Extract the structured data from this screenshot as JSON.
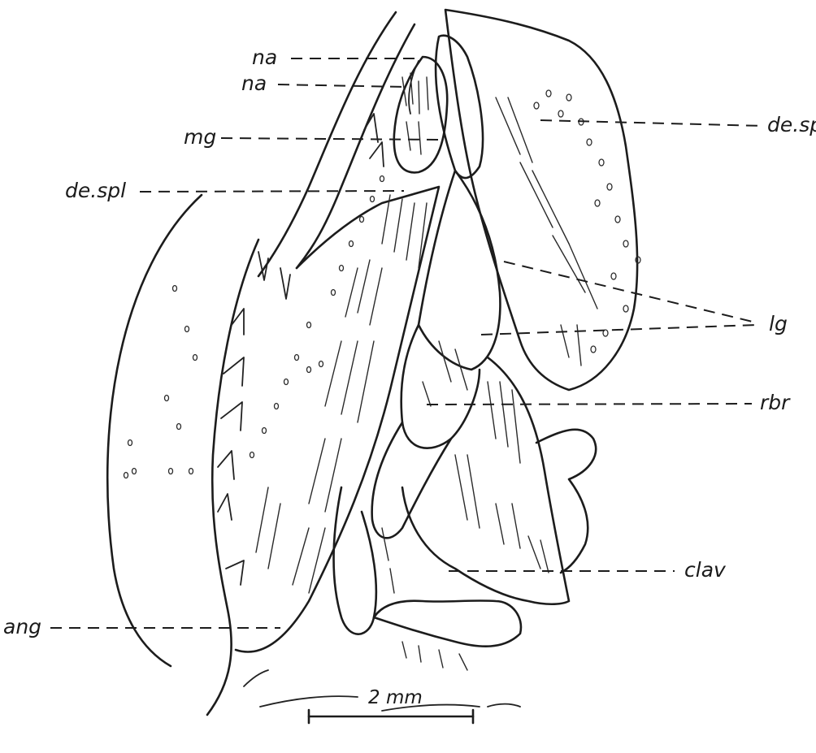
{
  "labels": {
    "na_upper": "na",
    "na_lower": "na",
    "mg": "mg",
    "de_spl_left": "de.spl",
    "de_spl_right": "de.spl",
    "lg": "lg",
    "rbr": "rbr",
    "clav": "clav",
    "ang": "ang"
  },
  "scale_bar": {
    "label": "2 mm"
  }
}
